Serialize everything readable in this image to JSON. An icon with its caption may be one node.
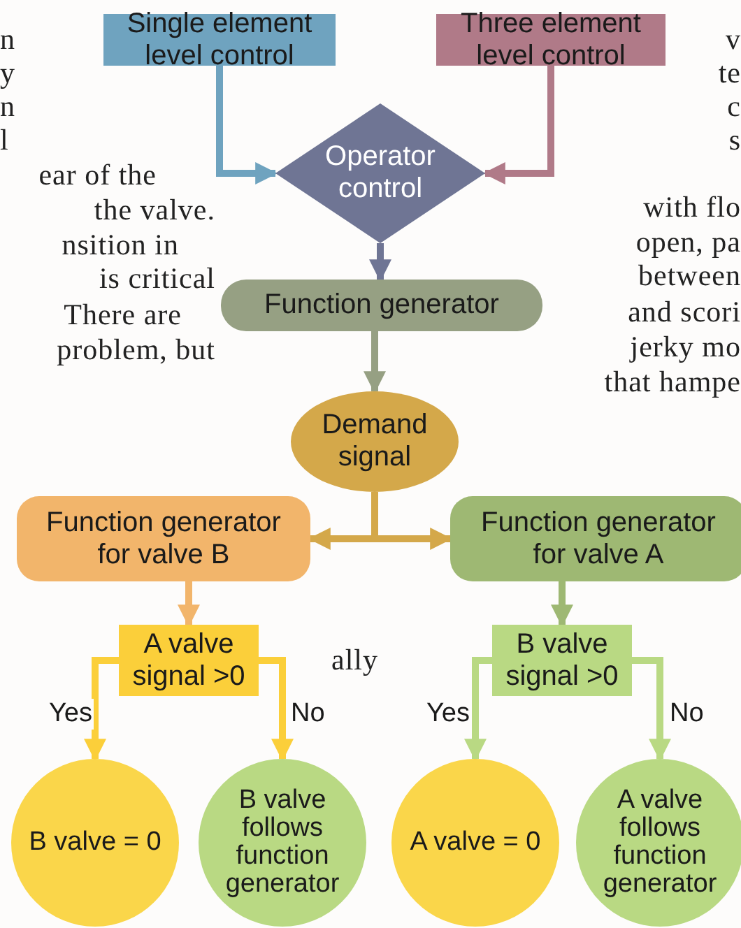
{
  "diagram": {
    "nodes": [
      {
        "text": [
          "Single element level control"
        ]
      },
      {
        "text": [
          "Three element level control"
        ]
      },
      {
        "text": [
          "Operator control"
        ]
      },
      {
        "text": [
          "Function generator"
        ]
      },
      {
        "text": [
          "Demand signal"
        ]
      },
      {
        "text": [
          "Function generator for valve B"
        ]
      },
      {
        "text": [
          "Function generator for valve A"
        ]
      },
      {
        "text": [
          "A valve signal >0"
        ]
      },
      {
        "text": [
          "B valve signal >0"
        ]
      },
      {
        "text": [
          "B valve = 0"
        ]
      },
      {
        "text": [
          "B valve follows function generator"
        ]
      },
      {
        "text": [
          "A valve = 0"
        ]
      },
      {
        "text": [
          "A valve follows function generator"
        ]
      }
    ],
    "edges": [
      {
        "from": 0,
        "to": 2,
        "arrow": "to",
        "color": "#6fa3bf"
      },
      {
        "from": 1,
        "to": 2,
        "arrow": "to",
        "color": "#b07a88"
      },
      {
        "from": 2,
        "to": 3,
        "arrow": "to",
        "color": "#6f7594"
      },
      {
        "from": 3,
        "to": 4,
        "arrow": "to",
        "color": "#96a083"
      },
      {
        "from": 4,
        "to": 5,
        "arrow": "to",
        "color": "#d4a84a"
      },
      {
        "from": 4,
        "to": 6,
        "arrow": "to",
        "color": "#d4a84a"
      },
      {
        "from": 5,
        "to": 7,
        "arrow": "to",
        "color": "#f2b56b"
      },
      {
        "from": 6,
        "to": 8,
        "arrow": "to",
        "color": "#9eb873"
      },
      {
        "from": 7,
        "to": 9,
        "arrow": "to",
        "label": "Yes",
        "color": "#fbcf3a"
      },
      {
        "from": 7,
        "to": 10,
        "arrow": "to",
        "label": "No",
        "color": "#fbcf3a"
      },
      {
        "from": 8,
        "to": 11,
        "arrow": "to",
        "label": "Yes",
        "color": "#b9d983"
      },
      {
        "from": 8,
        "to": 12,
        "arrow": "to",
        "label": "No",
        "color": "#b9d983"
      }
    ],
    "labels": [
      "n",
      "v",
      "y",
      "te",
      "n",
      "c",
      "l",
      "s",
      "ear of the",
      "with flo",
      "the valve.",
      "open, pa",
      "nsition in",
      "between",
      "is critical",
      "and scori",
      "There are",
      "jerky mo",
      "problem, but",
      "that hampe",
      "ally"
    ]
  }
}
